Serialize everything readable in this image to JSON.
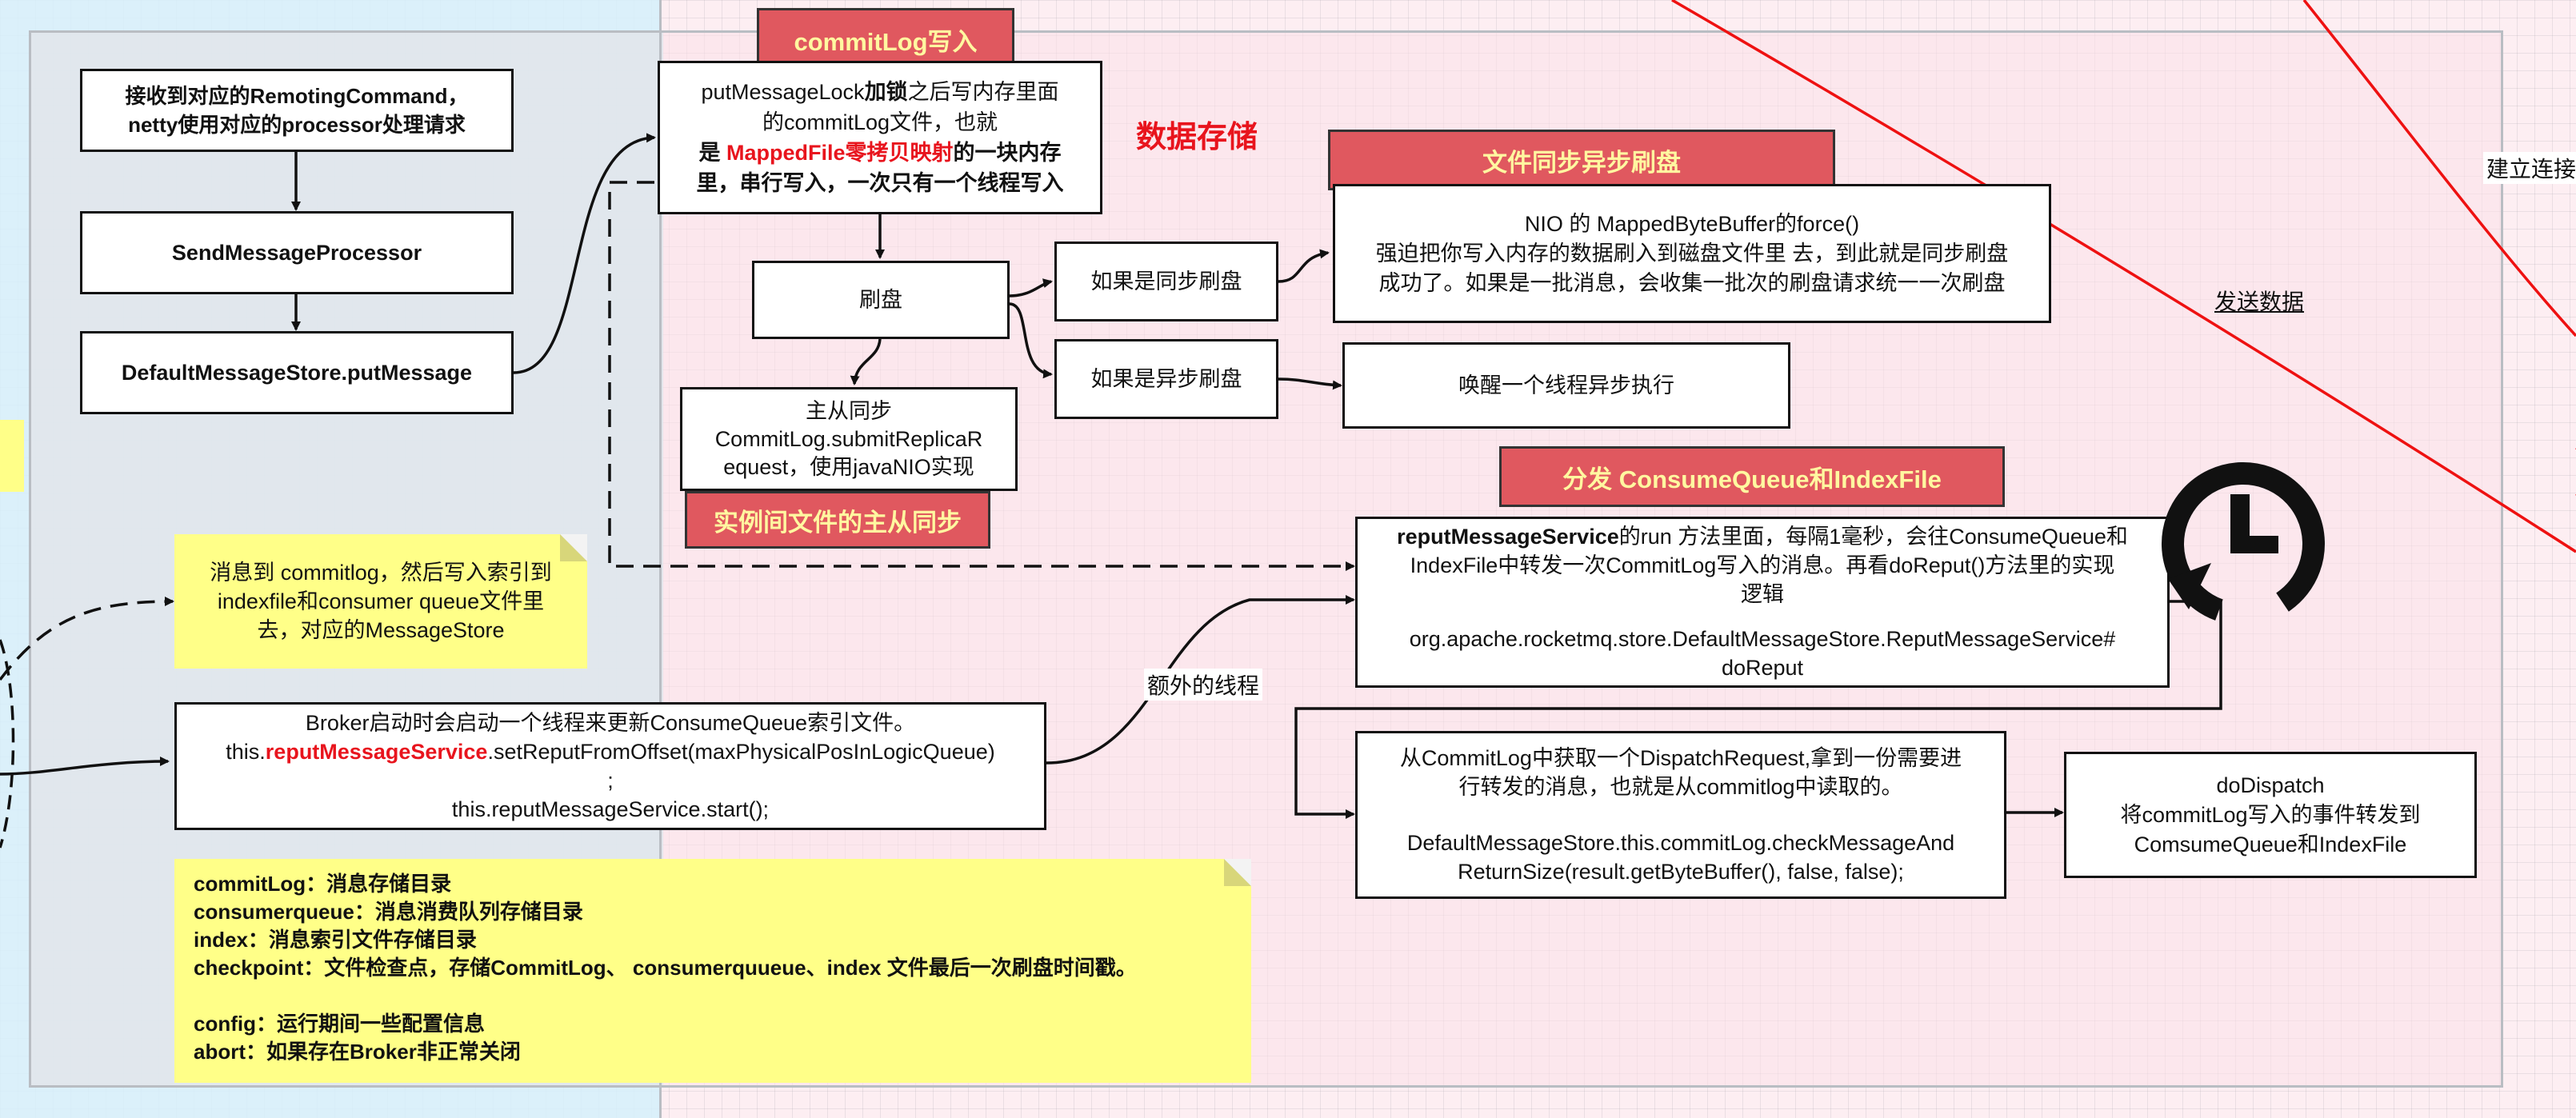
{
  "regions": {
    "storage_title": "数据存储"
  },
  "boxes": {
    "receive": [
      "接收到对应的RemotingCommand，",
      "netty使用对应的processor处理请求"
    ],
    "send_processor": "SendMessageProcessor",
    "put_message": "DefaultMessageStore.putMessage",
    "commitlog_write": {
      "line1_a": "putMessageLock",
      "line1_b": "加锁",
      "line1_c": "之后写内存里面",
      "line2": "的commitLog文件，也就",
      "line3_a": "是 ",
      "line3_b": "MappedFile零拷贝映射",
      "line3_c": "的一块内存",
      "line4": "里，串行写入，一次只有一个线程写入"
    },
    "flush": "刷盘",
    "sync_flush": "如果是同步刷盘",
    "async_flush": "如果是异步刷盘",
    "nio_force": [
      "NIO  的 MappedByteBuffer的force()",
      "强迫把你写入内存的数据刷入到磁盘文件里 去，到此就是同步刷盘",
      "成功了。如果是一批消息，会收集一批次的刷盘请求统一一次刷盘"
    ],
    "wake_thread": "唤醒一个线程异步执行",
    "master_slave": [
      "主从同步",
      "CommitLog.submitReplicaR",
      "equest，使用javaNIO实现"
    ],
    "reput_service": {
      "line1_a": "reputMessageService",
      "line1_b": "的run 方法里面，每隔1毫秒，会往ConsumeQueue和",
      "line2": "IndexFile中转发一次CommitLog写入的消息。再看doReput()方法里的实现",
      "line3": "逻辑",
      "line4": "org.apache.rocketmq.store.DefaultMessageStore.ReputMessageService#",
      "line5": "doReput"
    },
    "broker_start": {
      "line1": "Broker启动时会启动一个线程来更新ConsumeQueue索引文件。",
      "line2_a": "this.",
      "line2_b": "reputMessageService",
      "line2_c": ".setReputFromOffset(maxPhysicalPosInLogicQueue)",
      "line3": ";",
      "line4": "this.reputMessageService.start();"
    },
    "dispatch_request": [
      "从CommitLog中获取一个DispatchRequest,拿到一份需要进",
      "行转发的消息，也就是从commitlog中读取的。",
      "",
      "DefaultMessageStore.this.commitLog.checkMessageAnd",
      "ReturnSize(result.getByteBuffer(), false, false);"
    ],
    "do_dispatch": [
      "doDispatch",
      "将commitLog写入的事件转发到",
      "ComsumeQueue和IndexFile"
    ]
  },
  "titles": {
    "commitlog": "commitLog写入",
    "file_flush": "文件同步异步刷盘",
    "replica": "实例间文件的主从同步",
    "dispatch": "分发 ConsumeQueue和IndexFile"
  },
  "notes": {
    "message_store": [
      "消息到 commitlog，然后写入索引到",
      "indexfile和consumer queue文件里",
      "去，对应的MessageStore"
    ],
    "directories": [
      "commitLog：消息存储目录",
      "consumerqueue：消息消费队列存储目录",
      "index：消息索引文件存储目录",
      "checkpoint：文件检查点，存储CommitLog、 consumerquueue、index 文件最后一次刷盘时间戳。",
      "",
      "config：运行期间一些配置信息",
      "abort：如果存在Broker非正常关闭"
    ]
  },
  "labels": {
    "extra_thread": "额外的线程",
    "establish_connection": "建立连接",
    "send_data": "发送数据"
  },
  "icons": {
    "clock": "clock-refresh-icon"
  },
  "colors": {
    "title_red": "#e0585f",
    "title_text": "#fff8a0",
    "accent_red": "#e8141d",
    "note_yellow": "#ffff88"
  }
}
